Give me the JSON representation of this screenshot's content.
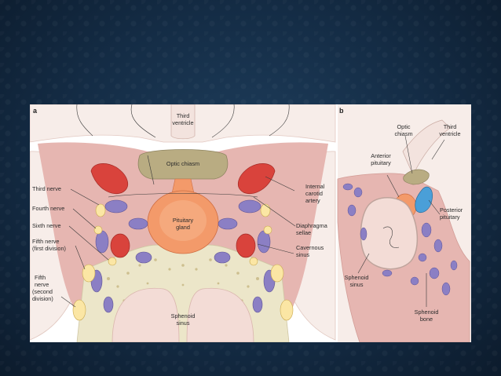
{
  "panel_a": {
    "letter": "a",
    "labels": {
      "third_ventricle": [
        "Third",
        "ventricle"
      ],
      "optic_chiasm": "Optic chiasm",
      "third_nerve": "Third nerve",
      "fourth_nerve": "Fourth nerve",
      "sixth_nerve": "Sixth nerve",
      "fifth_nerve_first": [
        "Fifth nerve",
        "(first division)"
      ],
      "fifth_nerve_second": [
        "Fifth",
        "nerve",
        "(second",
        "division)"
      ],
      "pituitary_gland": [
        "Pituitary",
        "gland"
      ],
      "internal_carotid": [
        "Internal",
        "carotid",
        "artery"
      ],
      "diaphragma_sellae": [
        "Diaphragma",
        "sellae"
      ],
      "cavernous_sinus": [
        "Cavernous",
        "sinus"
      ],
      "sphenoid_sinus": [
        "Sphenoid",
        "sinus"
      ]
    }
  },
  "panel_b": {
    "letter": "b",
    "labels": {
      "optic_chiasm": [
        "Optic",
        "chiasm"
      ],
      "third_ventricle": [
        "Third",
        "ventricle"
      ],
      "anterior_pituitary": [
        "Anterior",
        "pituitary"
      ],
      "posterior_pituitary": [
        "Posterior",
        "pituitary"
      ],
      "sphenoid_sinus": [
        "Sphenoid",
        "sinus"
      ],
      "sphenoid_bone": [
        "Sphenoid",
        "bone"
      ]
    }
  },
  "colors": {
    "slide_background": "#142c45",
    "brain_tissue": "#f6ece8",
    "sinus_tissue": "#e8b9b5",
    "pituitary": "#f39a6a",
    "carotid": "#d9433c",
    "optic_chiasm": "#b9ac82",
    "nerve": "#fbe6a4",
    "venous": "#8b7fc4",
    "bone": "#ece6c9",
    "posterior_pituitary": "#4a9fd8"
  }
}
